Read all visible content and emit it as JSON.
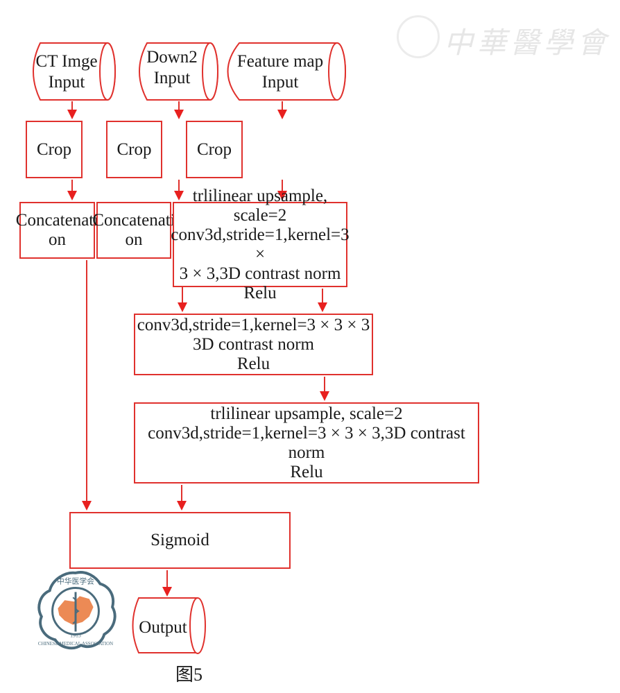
{
  "watermark": {
    "text": "中華醫學會",
    "seal_icon": "chinese-medical-association-seal"
  },
  "inputs": [
    {
      "id": "ct",
      "label": "CT Imge\nInput"
    },
    {
      "id": "down2",
      "label": "Down2\nInput"
    },
    {
      "id": "feature",
      "label": "Feature map\nInput"
    }
  ],
  "crops": [
    {
      "label": "Crop"
    },
    {
      "label": "Crop"
    },
    {
      "label": "Crop"
    }
  ],
  "concat": [
    {
      "label": "Concatenati\non"
    },
    {
      "label": "Concatenati\non"
    }
  ],
  "upsample1": {
    "label": "trlilinear upsample, scale=2\nconv3d,stride=1,kernel=3 ×\n3 × 3,3D contrast norm\nRelu"
  },
  "conv_block": {
    "label": "conv3d,stride=1,kernel=3 × 3 × 3\n3D contrast norm\nRelu"
  },
  "upsample2": {
    "label": "trlilinear upsample, scale=2\nconv3d,stride=1,kernel=3 × 3 × 3,3D contrast\nnorm\nRelu"
  },
  "sigmoid": {
    "label": "Sigmoid"
  },
  "output": {
    "label": "Output"
  },
  "logo": {
    "name": "CHINESE MEDICAL ASSOCIATION",
    "year": "1915",
    "chars": "中华医学会"
  },
  "caption": "图5",
  "colors": {
    "stroke": "#e0312d",
    "text": "#1a1a1a",
    "logo_ring": "#4a6b7c",
    "logo_map": "#ec8a55"
  }
}
